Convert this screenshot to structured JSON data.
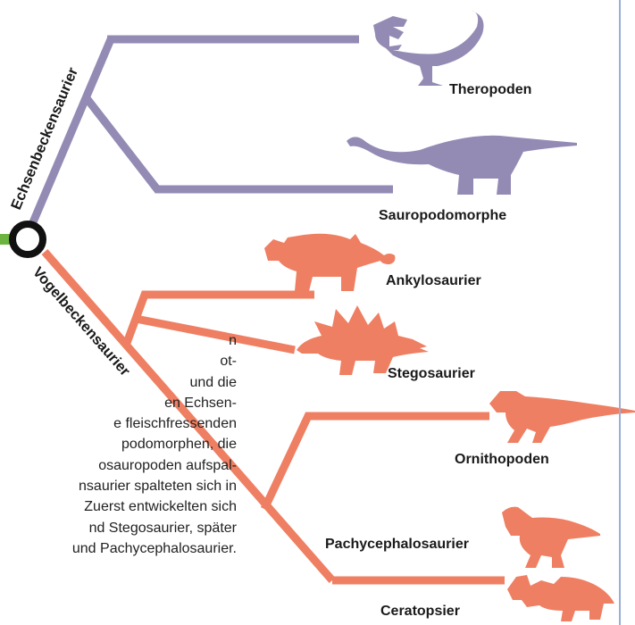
{
  "colors": {
    "saurischia": "#948bb5",
    "ornithischia": "#ef7f62",
    "root_stub": "#6db33f",
    "node_ring": "#111111",
    "frame": "#9aaed6"
  },
  "clades": {
    "saurischia": "Echsenbeckensaurier",
    "ornithischia": "Vogelbeckensaurier"
  },
  "groups": [
    {
      "key": "theropoden",
      "label": "Theropoden",
      "icon": "tyrannosaurus-silhouette"
    },
    {
      "key": "sauropodomorphe",
      "label": "Sauropodomorphe",
      "icon": "sauropod-silhouette"
    },
    {
      "key": "ankylosaurier",
      "label": "Ankylosaurier",
      "icon": "ankylosaurus-silhouette"
    },
    {
      "key": "stegosaurier",
      "label": "Stegosaurier",
      "icon": "stegosaurus-silhouette"
    },
    {
      "key": "ornithopoden",
      "label": "Ornithopoden",
      "icon": "ornithopod-silhouette"
    },
    {
      "key": "pachycephalosaurier",
      "label": "Pachycephalosaurier",
      "icon": "pachycephalosaurus-silhouette"
    },
    {
      "key": "ceratopsier",
      "label": "Ceratopsier",
      "icon": "triceratops-silhouette"
    }
  ],
  "body_text_lines": [
    "n",
    "ot-",
    "und die",
    "en Echsen-",
    "e fleischfressenden",
    "podomorphen, die",
    "osauropoden aufspal-",
    "nsaurier spalteten sich in",
    "Zuerst entwickelten sich",
    "nd Stegosaurier, später",
    "und Pachycephalosaurier."
  ]
}
